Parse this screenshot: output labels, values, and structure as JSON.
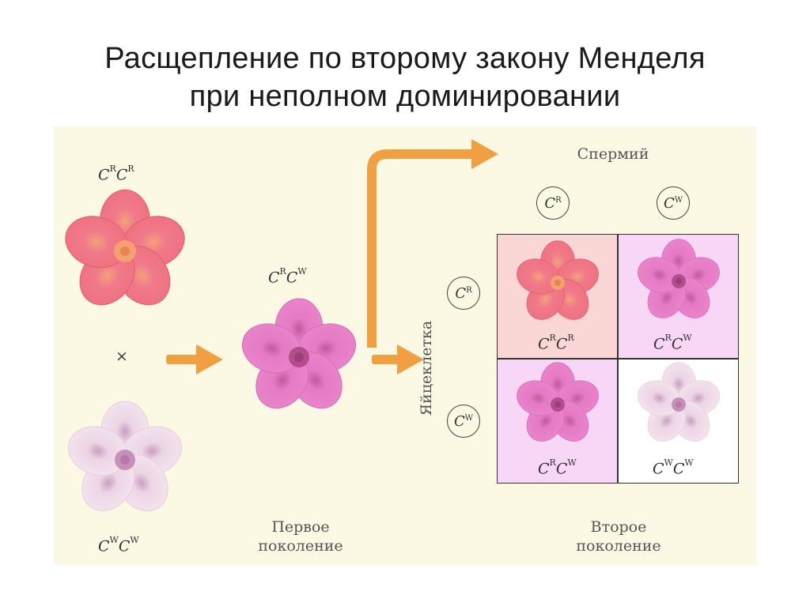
{
  "title": {
    "line1": "Расщепление по второму закону Менделя",
    "line2": "при неполном доминировании"
  },
  "genotypes": {
    "parent_red": {
      "base1": "C",
      "sup1": "R",
      "base2": "C",
      "sup2": "R"
    },
    "parent_white": {
      "base1": "C",
      "sup1": "W",
      "base2": "C",
      "sup2": "W"
    },
    "f1": {
      "base1": "C",
      "sup1": "R",
      "base2": "C",
      "sup2": "W"
    },
    "cell_rr": {
      "base1": "C",
      "sup1": "R",
      "base2": "C",
      "sup2": "R"
    },
    "cell_rw_top": {
      "base1": "C",
      "sup1": "R",
      "base2": "C",
      "sup2": "W"
    },
    "cell_rw_bottom": {
      "base1": "C",
      "sup1": "R",
      "base2": "C",
      "sup2": "W"
    },
    "cell_ww": {
      "base1": "C",
      "sup1": "W",
      "base2": "C",
      "sup2": "W"
    }
  },
  "cross_symbol": "×",
  "labels": {
    "sperm": "Спермий",
    "egg": "Яйцеклетка",
    "first_gen_line1": "Первое",
    "first_gen_line2": "поколение",
    "second_gen_line1": "Второе",
    "second_gen_line2": "поколение"
  },
  "gametes": {
    "sperm_r": {
      "base": "C",
      "sup": "R"
    },
    "sperm_w": {
      "base": "C",
      "sup": "W"
    },
    "egg_r": {
      "base": "C",
      "sup": "R"
    },
    "egg_w": {
      "base": "C",
      "sup": "W"
    }
  },
  "colors": {
    "red_flower": "#f07a8a",
    "pink_flower": "#e87ac4",
    "white_flower": "#f1dbe8",
    "arrow": "#f0a040",
    "panel_bg": "#fbf8e3",
    "cell_rr_bg": "#fad6d4",
    "cell_rw_bg": "#f8d6f6",
    "cell_ww_bg": "#ffffff"
  }
}
